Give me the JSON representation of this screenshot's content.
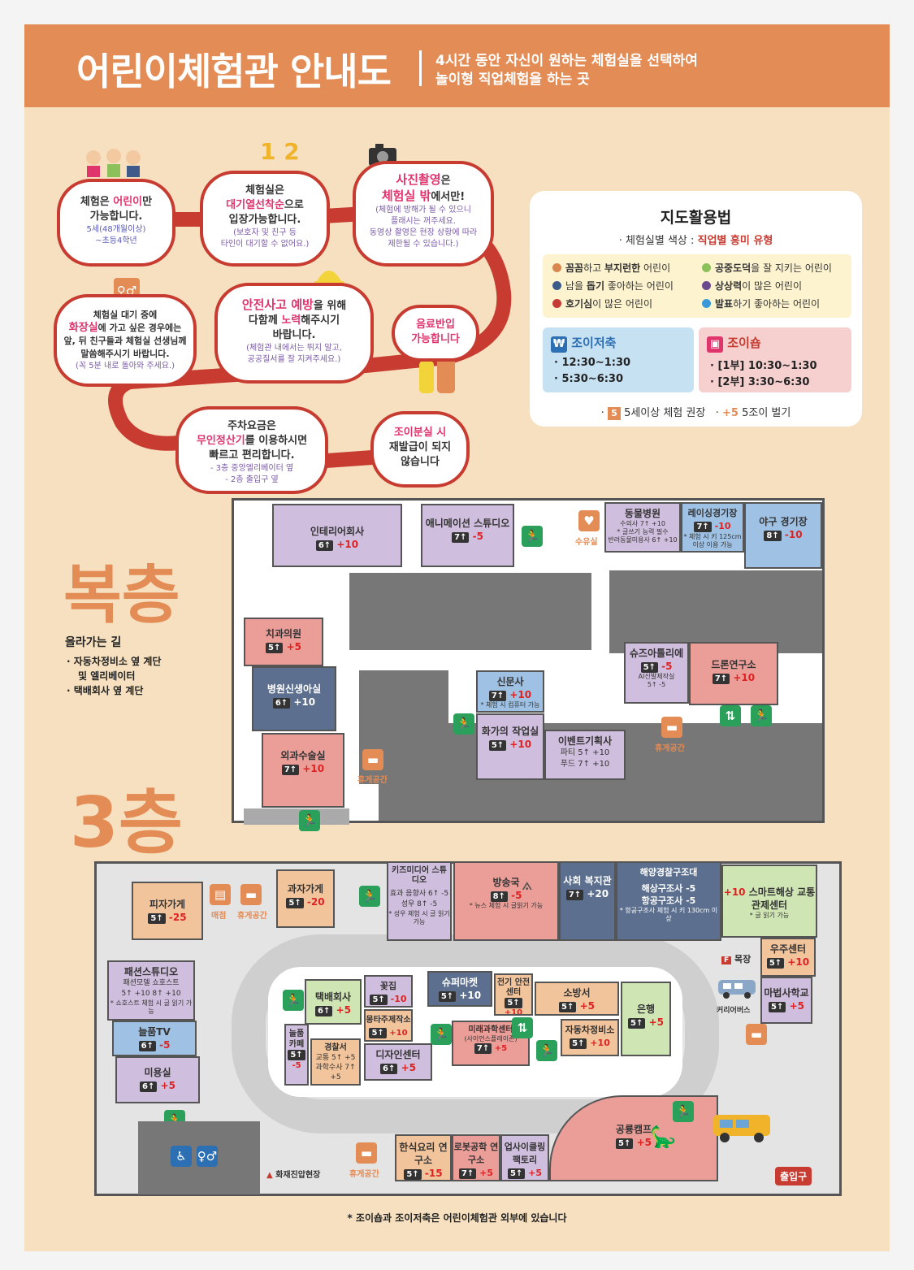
{
  "header": {
    "title": "어린이체험관 안내도",
    "subtitle_line1": "4시간 동안 자신이 원하는 체험실을 선택하여",
    "subtitle_line2": "놀이형 직업체험을 하는 곳"
  },
  "notices": {
    "n1": {
      "a": "체험은 ",
      "b": "어린이",
      "c": "만",
      "d": "가능합니다.",
      "e": "5세(48개월이상)",
      "f": "~초등4학년"
    },
    "n2": {
      "a": "체험실은",
      "b": "대기열선착순",
      "c": "으로",
      "d": "입장가능합니다.",
      "e": "(보호자 및 친구 등",
      "f": "타인이 대기할 수 없어요.)"
    },
    "n3": {
      "a": "사진촬영",
      "b": "은",
      "c": "체험실 밖",
      "d": "에서만!",
      "e": "(체험에 방해가 될 수 있으니",
      "f": "플래시는 꺼주세요.",
      "g": "동영상 촬영은 현장 상황에 따라",
      "h": "제한될 수 있습니다.)"
    },
    "n4": {
      "a": "체험실 대기 중에",
      "b": "화장실",
      "c": "에 가고 싶은 경우에는",
      "d": "앞, 뒤 친구들과 체험실 선생님께",
      "e": "말씀해주시기 바랍니다.",
      "f": "(꼭 5분 내로 돌아와 주세요.)"
    },
    "n5": {
      "a": "안전사고 예방",
      "b": "을 위해",
      "c": "다함께 ",
      "d": "노력",
      "e": "해주시기",
      "f": "바랍니다.",
      "g": "(체험관 내에서는 뛰지 말고,",
      "h": "공공질서를 잘 지켜주세요.)"
    },
    "n6": {
      "a": "음료반입",
      "b": "가능합니다"
    },
    "n7": {
      "a": "주차요금은",
      "b": "무인정산기",
      "c": "를 이용하시면",
      "d": "빠르고 편리합니다.",
      "e": "- 3층 중앙엘리베이터 옆",
      "f": "- 2층 출입구 옆"
    },
    "n8": {
      "a": "조이분실 시",
      "b": "재발급이 되지",
      "c": "않습니다"
    }
  },
  "legend": {
    "title": "지도활용법",
    "subtitle_a": "· 체험실별 색상 : ",
    "subtitle_b": "직업별 흥미 유형",
    "types": [
      {
        "strong": "꼼꼼",
        "mid": "하고 ",
        "strong2": "부지런한",
        "rest": " 어린이",
        "color": "#d9864f"
      },
      {
        "strong": "공중도덕",
        "mid": "을 잘 지키는 어린이",
        "strong2": "",
        "rest": "",
        "color": "#8cc05a"
      },
      {
        "strong": "",
        "mid": "남을 ",
        "strong2": "돕기",
        "rest": " 좋아하는 어린이",
        "color": "#3d5a8a"
      },
      {
        "strong": "상상력",
        "mid": "이 많은 어린이",
        "strong2": "",
        "rest": "",
        "color": "#6b4a8e"
      },
      {
        "strong": "호기심",
        "mid": "이 많은 어린이",
        "strong2": "",
        "rest": "",
        "color": "#c63a35"
      },
      {
        "strong": "발표",
        "mid": "하기 좋아하는 어린이",
        "strong2": "",
        "rest": "",
        "color": "#3a9ad8"
      }
    ],
    "bank": {
      "title": "조이저축",
      "t1": "· 12:30~1:30",
      "t2": "· 5:30~6:30"
    },
    "shop": {
      "title": "조이숍",
      "t1": "· [1부] 10:30~1:30",
      "t2": "· [2부] 3:30~6:30"
    },
    "foot_age": "5세이상 체험 권장",
    "foot_badge": "5",
    "foot_plus": "+5",
    "foot_joy": "5조이 벌기"
  },
  "mezzanine": {
    "label": "복층",
    "route_title": "올라가는 길",
    "route1": "· 자동차정비소 옆 계단",
    "route1b": "및 엘리베이터",
    "route2": "· 택배회사 옆 계단"
  },
  "floor3": {
    "label": "3층"
  },
  "rooms_upper": [
    {
      "name": "인테리어회사",
      "age": "6↑",
      "bonus": "+10"
    },
    {
      "name": "애니메이션 스튜디오",
      "age": "7↑",
      "bonus": "-5"
    },
    {
      "name": "동물병원",
      "sub1": "수의사 7↑ +10",
      "sub2": "반려동물미용사 6↑ +10"
    },
    {
      "name": "레이싱경기장",
      "age": "7↑",
      "bonus": "-10"
    },
    {
      "name": "야구 경기장",
      "age": "8↑",
      "bonus": "-10"
    },
    {
      "name": "치과의원",
      "age": "5↑",
      "bonus": "+5"
    },
    {
      "name": "병원신생아실",
      "age": "6↑",
      "bonus": "+10"
    },
    {
      "name": "외과수술실",
      "age": "7↑",
      "bonus": "+10"
    },
    {
      "name": "신문사",
      "age": "7↑",
      "bonus": "+10"
    },
    {
      "name": "화가의 작업실",
      "age": "5↑",
      "bonus": "+10"
    },
    {
      "name": "이벤트기획사",
      "sub1": "파티 5↑ +10",
      "sub2": "푸드 7↑ +10"
    },
    {
      "name": "슈즈아틀리에",
      "age": "5↑",
      "bonus": "-5"
    },
    {
      "name": "드론연구소",
      "age": "7↑",
      "bonus": "+10"
    }
  ],
  "rooms_lower": [
    {
      "name": "피자가게",
      "age": "5↑",
      "bonus": "-25"
    },
    {
      "name": "과자가게",
      "age": "5↑",
      "bonus": "-20"
    },
    {
      "name": "키즈미디어 스튜디오"
    },
    {
      "name": "방송국",
      "age": "8↑",
      "bonus": "-5"
    },
    {
      "name": "사회 복지관",
      "age": "7↑",
      "bonus": "+20"
    },
    {
      "name": "해양경찰구조대"
    },
    {
      "name": "스마트해상 교통관제센터",
      "bonus": "+10"
    },
    {
      "name": "패션스튜디오"
    },
    {
      "name": "늘품TV",
      "age": "6↑",
      "bonus": "-5"
    },
    {
      "name": "미용실",
      "age": "6↑",
      "bonus": "+5"
    },
    {
      "name": "택배회사",
      "age": "6↑",
      "bonus": "+5"
    },
    {
      "name": "꽃집",
      "age": "5↑",
      "bonus": "-10"
    },
    {
      "name": "슈퍼마켓",
      "age": "5↑",
      "bonus": "+10"
    },
    {
      "name": "전기 안전센터",
      "age": "5↑",
      "bonus": "+10"
    },
    {
      "name": "소방서",
      "age": "5↑",
      "bonus": "+5"
    },
    {
      "name": "몽타주제작소",
      "age": "5↑",
      "bonus": "+10"
    },
    {
      "name": "미래과학센터",
      "age": "7↑",
      "bonus": "+5"
    },
    {
      "name": "자동차정비소",
      "age": "5↑",
      "bonus": "+10"
    },
    {
      "name": "은행",
      "age": "5↑",
      "bonus": "+5"
    },
    {
      "name": "경찰서"
    },
    {
      "name": "디자인센터",
      "age": "6↑",
      "bonus": "+5"
    },
    {
      "name": "늘품 카페",
      "age": "5↑",
      "bonus": "-5"
    },
    {
      "name": "우주센터",
      "age": "5↑",
      "bonus": "+10"
    },
    {
      "name": "마법사학교",
      "age": "5↑",
      "bonus": "+5"
    },
    {
      "name": "한식요리 연구소",
      "age": "5↑",
      "bonus": "-15"
    },
    {
      "name": "로봇공학 연구소",
      "age": "7↑",
      "bonus": "+5"
    },
    {
      "name": "업사이클링 팩토리",
      "age": "5↑",
      "bonus": "+5"
    },
    {
      "name": "공룡캠프",
      "age": "5↑",
      "bonus": "+5"
    }
  ],
  "labels": {
    "lounge": "휴게공간",
    "nursing": "수유실",
    "shop": "매점",
    "ranch": "목장",
    "bus": "커리어버스",
    "fire": "화재진압현장",
    "entrance": "출입구",
    "footer": "* 조이숍과 조이저축은 어린이체험관 외부에 있습니다"
  },
  "details": {
    "fashion_sub1": "패션모델  쇼호스트",
    "fashion_sub2": "5↑ +10  8↑ +10",
    "fashion_note": "* 쇼호스트 체험 시 글 읽기 가능",
    "media_sub1": "효과 음향사 6↑ -5",
    "media_sub2": "성우 8↑ -5",
    "media_note": "* 성우 체험 시 글 읽기가능",
    "coast_sub1": "해상구조사 -5",
    "coast_sub2": "항공구조사 -5",
    "coast_note": "* 항공구조사 체험 시 키 130cm 이상",
    "police_sub1": "교통 5↑ +5",
    "police_sub2": "과학수사 7↑ +5",
    "future_note": "(사이언스플레이존)",
    "broadcast_note": "* 뉴스 체험 시 글읽기 가능",
    "news_note": "* 체험 시 컴퓨터 가능",
    "smart_note": "* 글 읽기 가능",
    "shoes_sub": "AI신발제작실",
    "shoes_sub_val": "5↑ -5",
    "vet_note": "* 글쓰기 능력 필수",
    "race_note": "* 체험 시 키 125cm 이상 이용 가능"
  }
}
